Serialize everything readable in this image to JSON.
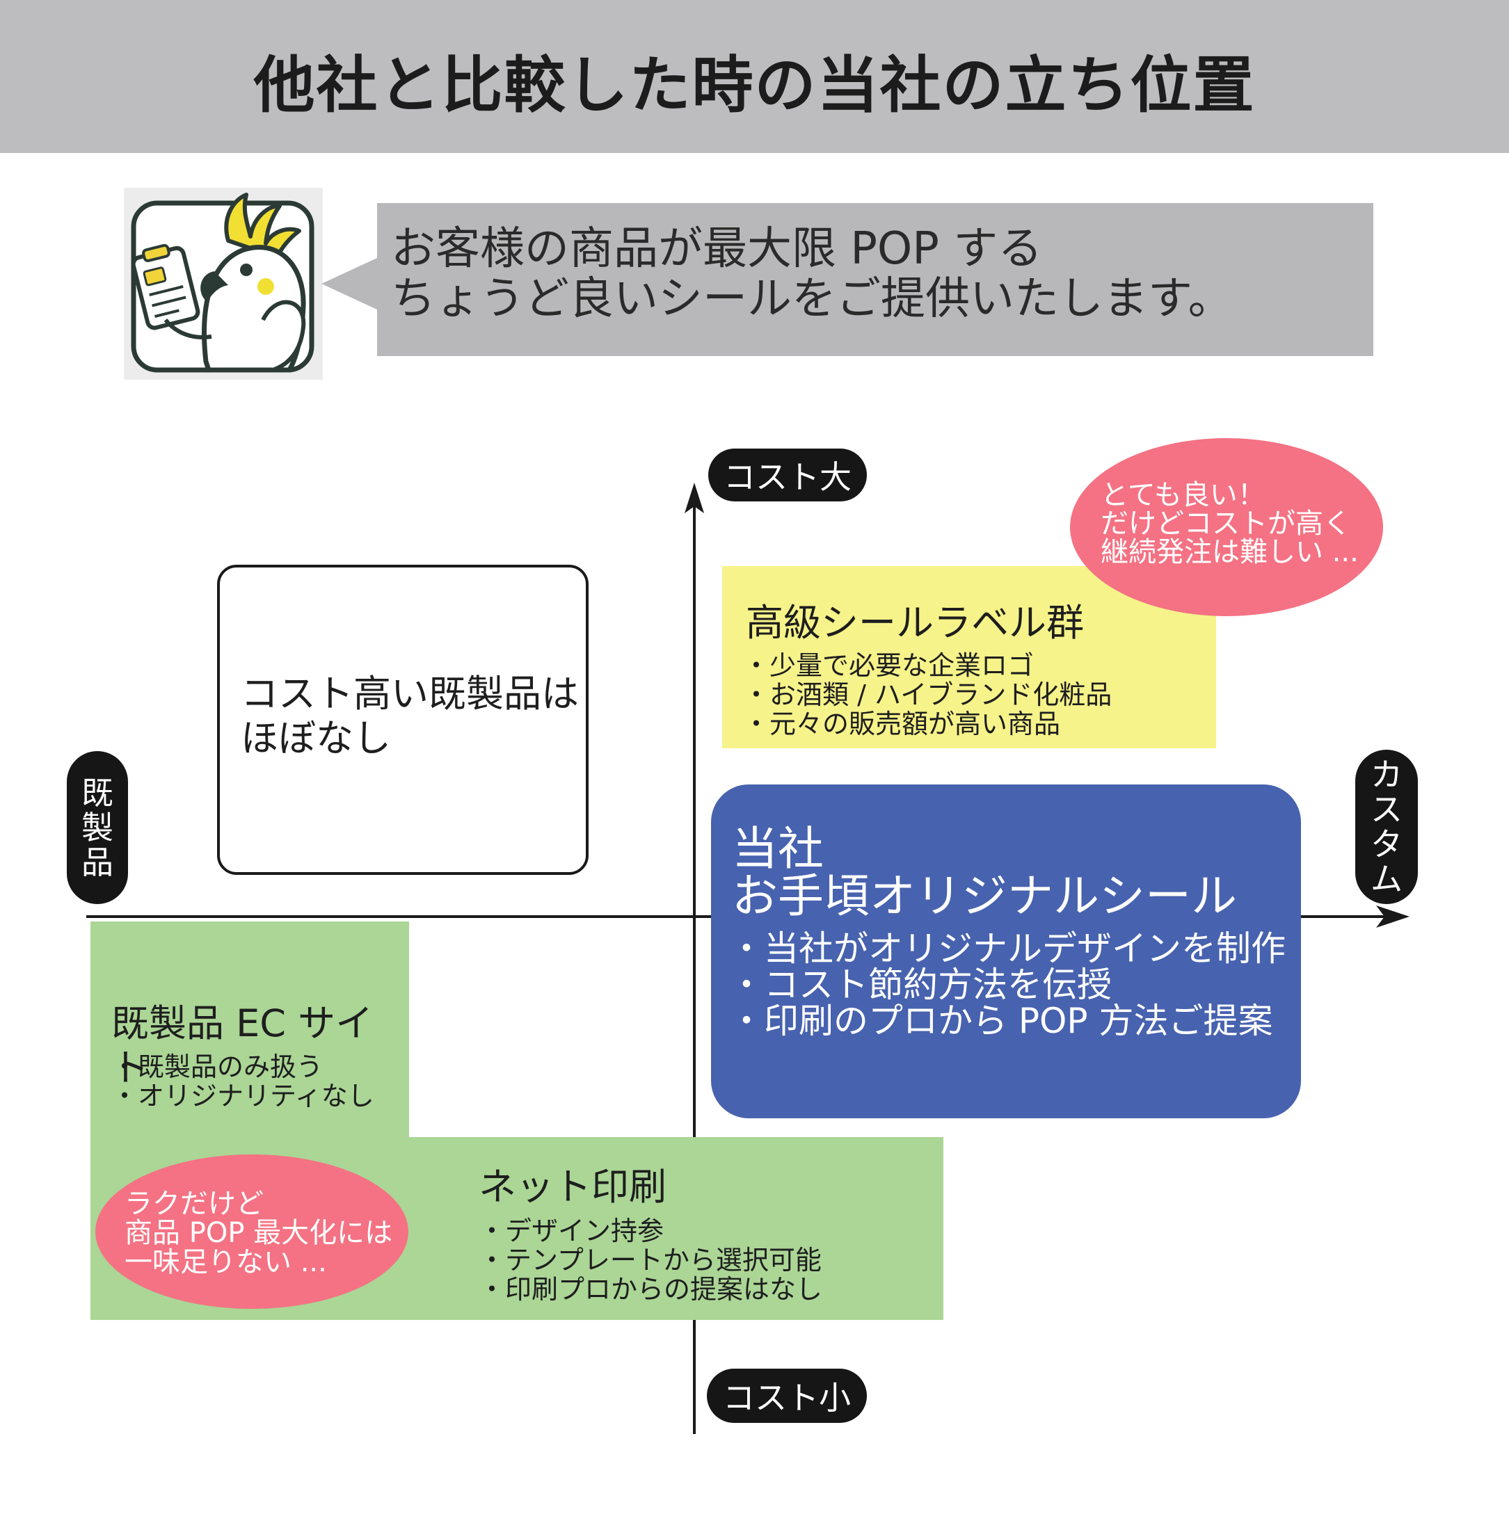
{
  "title": "他社と比較した時の当社の立ち位置",
  "speech_bubble": {
    "text": "お客様の商品が最大限 POP する\nちょうど良いシールをご提供いたします。"
  },
  "mascot": {
    "icon": "cockatoo-mascot-icon"
  },
  "axes": {
    "top_label": "コスト大",
    "bottom_label": "コスト小",
    "left_label": [
      "既",
      "製",
      "品"
    ],
    "right_label": [
      "カ",
      "ス",
      "タ",
      "ム"
    ]
  },
  "quadrants": {
    "none": {
      "text": "コスト高い既製品は\nほぼなし"
    },
    "premium": {
      "title": "高級シールラベル群",
      "bullets": [
        "・少量で必要な企業ロゴ",
        "・お酒類 / ハイブランド化粧品",
        "・元々の販売額が高い商品"
      ],
      "comment": "とても良い！\nだけどコストが高く\n継続発注は難しい ..."
    },
    "ours": {
      "name": "当社",
      "product": "お手頃オリジナルシール",
      "bullets": [
        "・当社がオリジナルデザインを制作",
        "・コスト節約方法を伝授",
        "・印刷のプロから POP 方法ご提案"
      ]
    },
    "ec": {
      "title": "既製品 EC サイト",
      "bullets": [
        "・既製品のみ扱う",
        "・オリジナリティなし"
      ]
    },
    "net": {
      "title": "ネット印刷",
      "bullets": [
        "・デザイン持参",
        "・テンプレートから選択可能",
        "・印刷プロからの提案はなし"
      ],
      "comment": "ラクだけど\n商品 POP 最大化には\n一味足りない ..."
    }
  },
  "colors": {
    "header_bg": "#bdbdbf",
    "bubble_bg": "#b8b8ba",
    "premium_bg": "#f6f38a",
    "ours_bg": "#4762ae",
    "green_bg": "#abd696",
    "comment_bg": "#f47283",
    "pill_bg": "#161616"
  }
}
